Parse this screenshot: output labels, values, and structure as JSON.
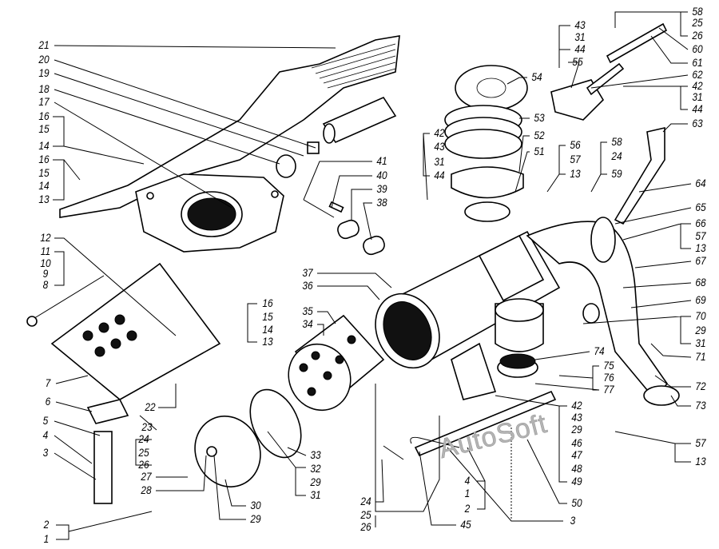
{
  "title": "Air cleaner assembly exploded view",
  "watermark": "AutoSoft",
  "labels": [
    "21",
    "20",
    "19",
    "18",
    "17",
    "16",
    "15",
    "14",
    "16",
    "15",
    "14",
    "13",
    "12",
    "11",
    "10",
    "9",
    "8",
    "7",
    "6",
    "5",
    "4",
    "3",
    "2",
    "1",
    "22",
    "23",
    "24",
    "25",
    "26",
    "27",
    "28",
    "30",
    "29",
    "33",
    "32",
    "29",
    "31",
    "16",
    "15",
    "14",
    "13",
    "37",
    "36",
    "35",
    "34",
    "41",
    "40",
    "39",
    "38",
    "42",
    "43",
    "31",
    "44",
    "54",
    "53",
    "52",
    "51",
    "43",
    "31",
    "44",
    "55",
    "58",
    "25",
    "26",
    "60",
    "61",
    "62",
    "42",
    "31",
    "44",
    "63",
    "56",
    "57",
    "13",
    "58",
    "24",
    "59",
    "64",
    "65",
    "66",
    "57",
    "13",
    "67",
    "68",
    "69",
    "70",
    "29",
    "31",
    "71",
    "72",
    "73",
    "74",
    "75",
    "76",
    "77",
    "42",
    "43",
    "29",
    "46",
    "47",
    "48",
    "49",
    "50",
    "3",
    "57",
    "13",
    "24",
    "25",
    "26",
    "45",
    "4",
    "1",
    "2"
  ]
}
